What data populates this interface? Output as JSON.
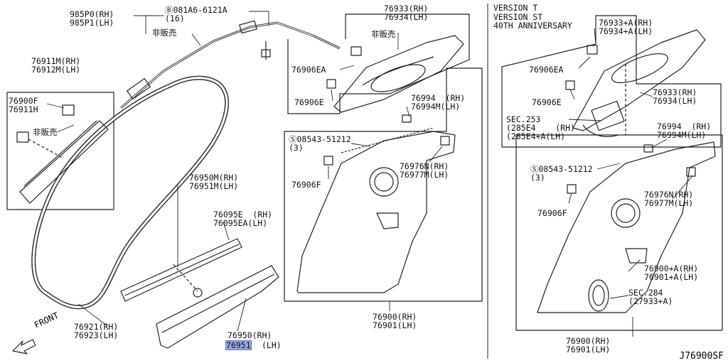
{
  "diagram": {
    "code": "J76900SF",
    "front_label": "FRONT",
    "version_lines": [
      "VERSION T",
      "VERSION ST",
      "40TH ANNIVERSARY"
    ],
    "callouts": {
      "c_985p": [
        "985P0(RH)",
        "985P1(LH)"
      ],
      "c_081a6": [
        "Ⓑ081A6-6121A",
        "(16)"
      ],
      "c_hanbai1": [
        "非販売"
      ],
      "c_76911m": [
        "76911M(RH)",
        "76912M(LH)"
      ],
      "c_76900f": [
        "76900F",
        "76911H"
      ],
      "c_hanbai2": [
        "非販売"
      ],
      "c_76950m": [
        "76950M(RH)",
        "76951M(LH)"
      ],
      "c_76095e": [
        "76095E  (RH)",
        "76095EA(LH)"
      ],
      "c_76921": [
        "76921(RH)",
        "76923(LH)"
      ],
      "c_76950": [
        "76950(RH)"
      ],
      "c_76951_id": [
        "76951"
      ],
      "c_76951_lh": [
        "(LH)"
      ],
      "c_76933": [
        "76933(RH)",
        "76934(LH)"
      ],
      "c_hanbai3": [
        "非販売"
      ],
      "c_76906ea": [
        "76906EA"
      ],
      "c_76906e": [
        "76906E"
      ],
      "c_76994": [
        "76994  (RH)",
        "76994M(LH)"
      ],
      "c_08543": [
        "Ⓢ08543-51212",
        "(3)"
      ],
      "c_76906f": [
        "76906F"
      ],
      "c_76976n": [
        "76976N(RH)",
        "76977M(LH)"
      ],
      "c_76900": [
        "76900(RH)",
        "76901(LH)"
      ],
      "c_76933a": [
        "76933+A(RH)",
        "76934+A(LH)"
      ],
      "c_76906ea2": [
        "76906EA"
      ],
      "c_76906e2": [
        "76906E"
      ],
      "c_76933r": [
        "76933(RH)",
        "76934(LH)"
      ],
      "c_sec253": [
        "SEC.253",
        "(285E4    (RH)",
        "(285E4+A(LH)"
      ],
      "c_76994r": [
        "76994  (RH)",
        "76994M(LH)"
      ],
      "c_08543r": [
        "Ⓢ08543-51212",
        "(3)"
      ],
      "c_76976nr": [
        "76976N(RH)",
        "76977M(LH)"
      ],
      "c_76906fr": [
        "76906F"
      ],
      "c_76900a": [
        "76900+A(RH)",
        "76901+A(LH)"
      ],
      "c_sec284": [
        "SEC.284",
        "(27933+A)"
      ],
      "c_76900r": [
        "76900(RH)",
        "76901(LH)"
      ]
    }
  }
}
